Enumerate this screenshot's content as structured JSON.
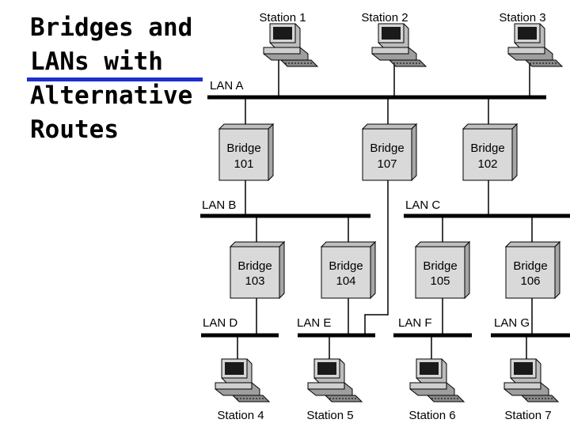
{
  "title": {
    "lines": [
      "Bridges and",
      "LANs with",
      "Alternative",
      "Routes"
    ]
  },
  "colors": {
    "title_rule": "#1f2fd0",
    "bridge_face": "#d9d9d9",
    "bridge_side": "#a6a6a6",
    "lan_line": "#000000"
  },
  "lans": [
    {
      "id": "A",
      "label": "LAN A"
    },
    {
      "id": "B",
      "label": "LAN B"
    },
    {
      "id": "C",
      "label": "LAN C"
    },
    {
      "id": "D",
      "label": "LAN D"
    },
    {
      "id": "E",
      "label": "LAN E"
    },
    {
      "id": "F",
      "label": "LAN F"
    },
    {
      "id": "G",
      "label": "LAN G"
    }
  ],
  "bridges": [
    {
      "id": "101",
      "label": "Bridge",
      "number": "101"
    },
    {
      "id": "107",
      "label": "Bridge",
      "number": "107"
    },
    {
      "id": "102",
      "label": "Bridge",
      "number": "102"
    },
    {
      "id": "103",
      "label": "Bridge",
      "number": "103"
    },
    {
      "id": "104",
      "label": "Bridge",
      "number": "104"
    },
    {
      "id": "105",
      "label": "Bridge",
      "number": "105"
    },
    {
      "id": "106",
      "label": "Bridge",
      "number": "106"
    }
  ],
  "stations": [
    {
      "id": "1",
      "label": "Station 1"
    },
    {
      "id": "2",
      "label": "Station 2"
    },
    {
      "id": "3",
      "label": "Station 3"
    },
    {
      "id": "4",
      "label": "Station 4"
    },
    {
      "id": "5",
      "label": "Station 5"
    },
    {
      "id": "6",
      "label": "Station 6"
    },
    {
      "id": "7",
      "label": "Station 7"
    }
  ]
}
